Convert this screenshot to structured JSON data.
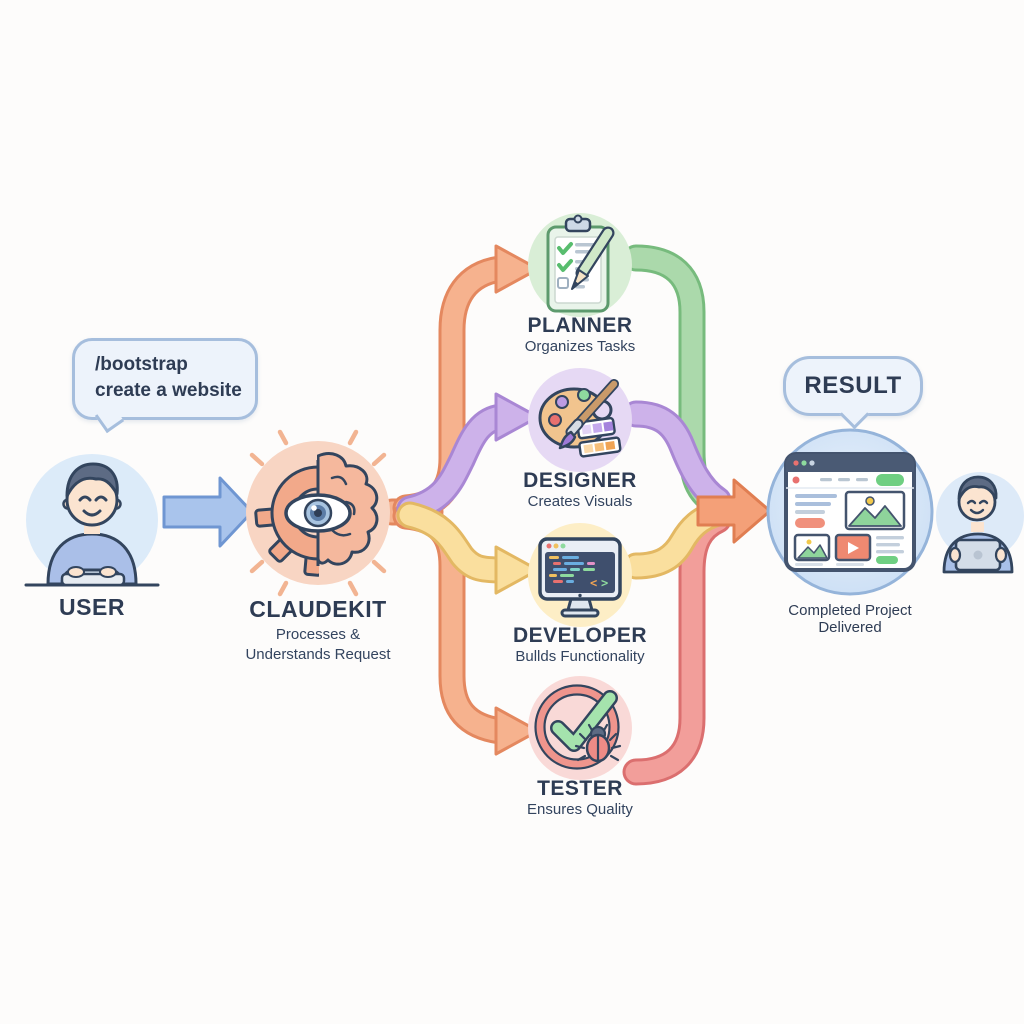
{
  "palette": {
    "background": "#fdfcfb",
    "text_dark": "#2e3c54",
    "bubble_fill": "#edf3fb",
    "bubble_border": "#a6bedd",
    "blue_arrow": "#a9c4ec",
    "orange_pipe": "#f6b28e",
    "purple_pipe": "#cdb2ea",
    "yellow_pipe": "#fadf9e",
    "green_pipe": "#abd9ab",
    "red_pipe": "#f29e9a",
    "converge_arrow": "#f4a078"
  },
  "user": {
    "command_line1": "/bootstrap",
    "command_line2": "create a website",
    "label": "USER"
  },
  "claudekit": {
    "label": "CLAUDEKIT",
    "subtitle_line1": "Processes &",
    "subtitle_line2": "Understands Request"
  },
  "agents": [
    {
      "label": "PLANNER",
      "subtitle": "Organizes Tasks"
    },
    {
      "label": "DESIGNER",
      "subtitle": "Creates Visuals"
    },
    {
      "label": "DEVELOPER",
      "subtitle": "Bullds Functionality"
    },
    {
      "label": "TESTER",
      "subtitle": "Ensures Quality"
    }
  ],
  "result": {
    "label": "RESULT",
    "caption_line1": "Completed Project",
    "caption_line2": "Delivered"
  },
  "icons": {
    "user": "person-at-keyboard-icon",
    "claudekit": "gear-brain-eye-icon",
    "planner": "clipboard-checklist-icon",
    "designer": "paint-palette-icon",
    "developer": "monitor-code-icon",
    "tester": "checkmark-bug-icon",
    "result": "browser-window-icon",
    "end_user": "person-with-tablet-icon"
  }
}
